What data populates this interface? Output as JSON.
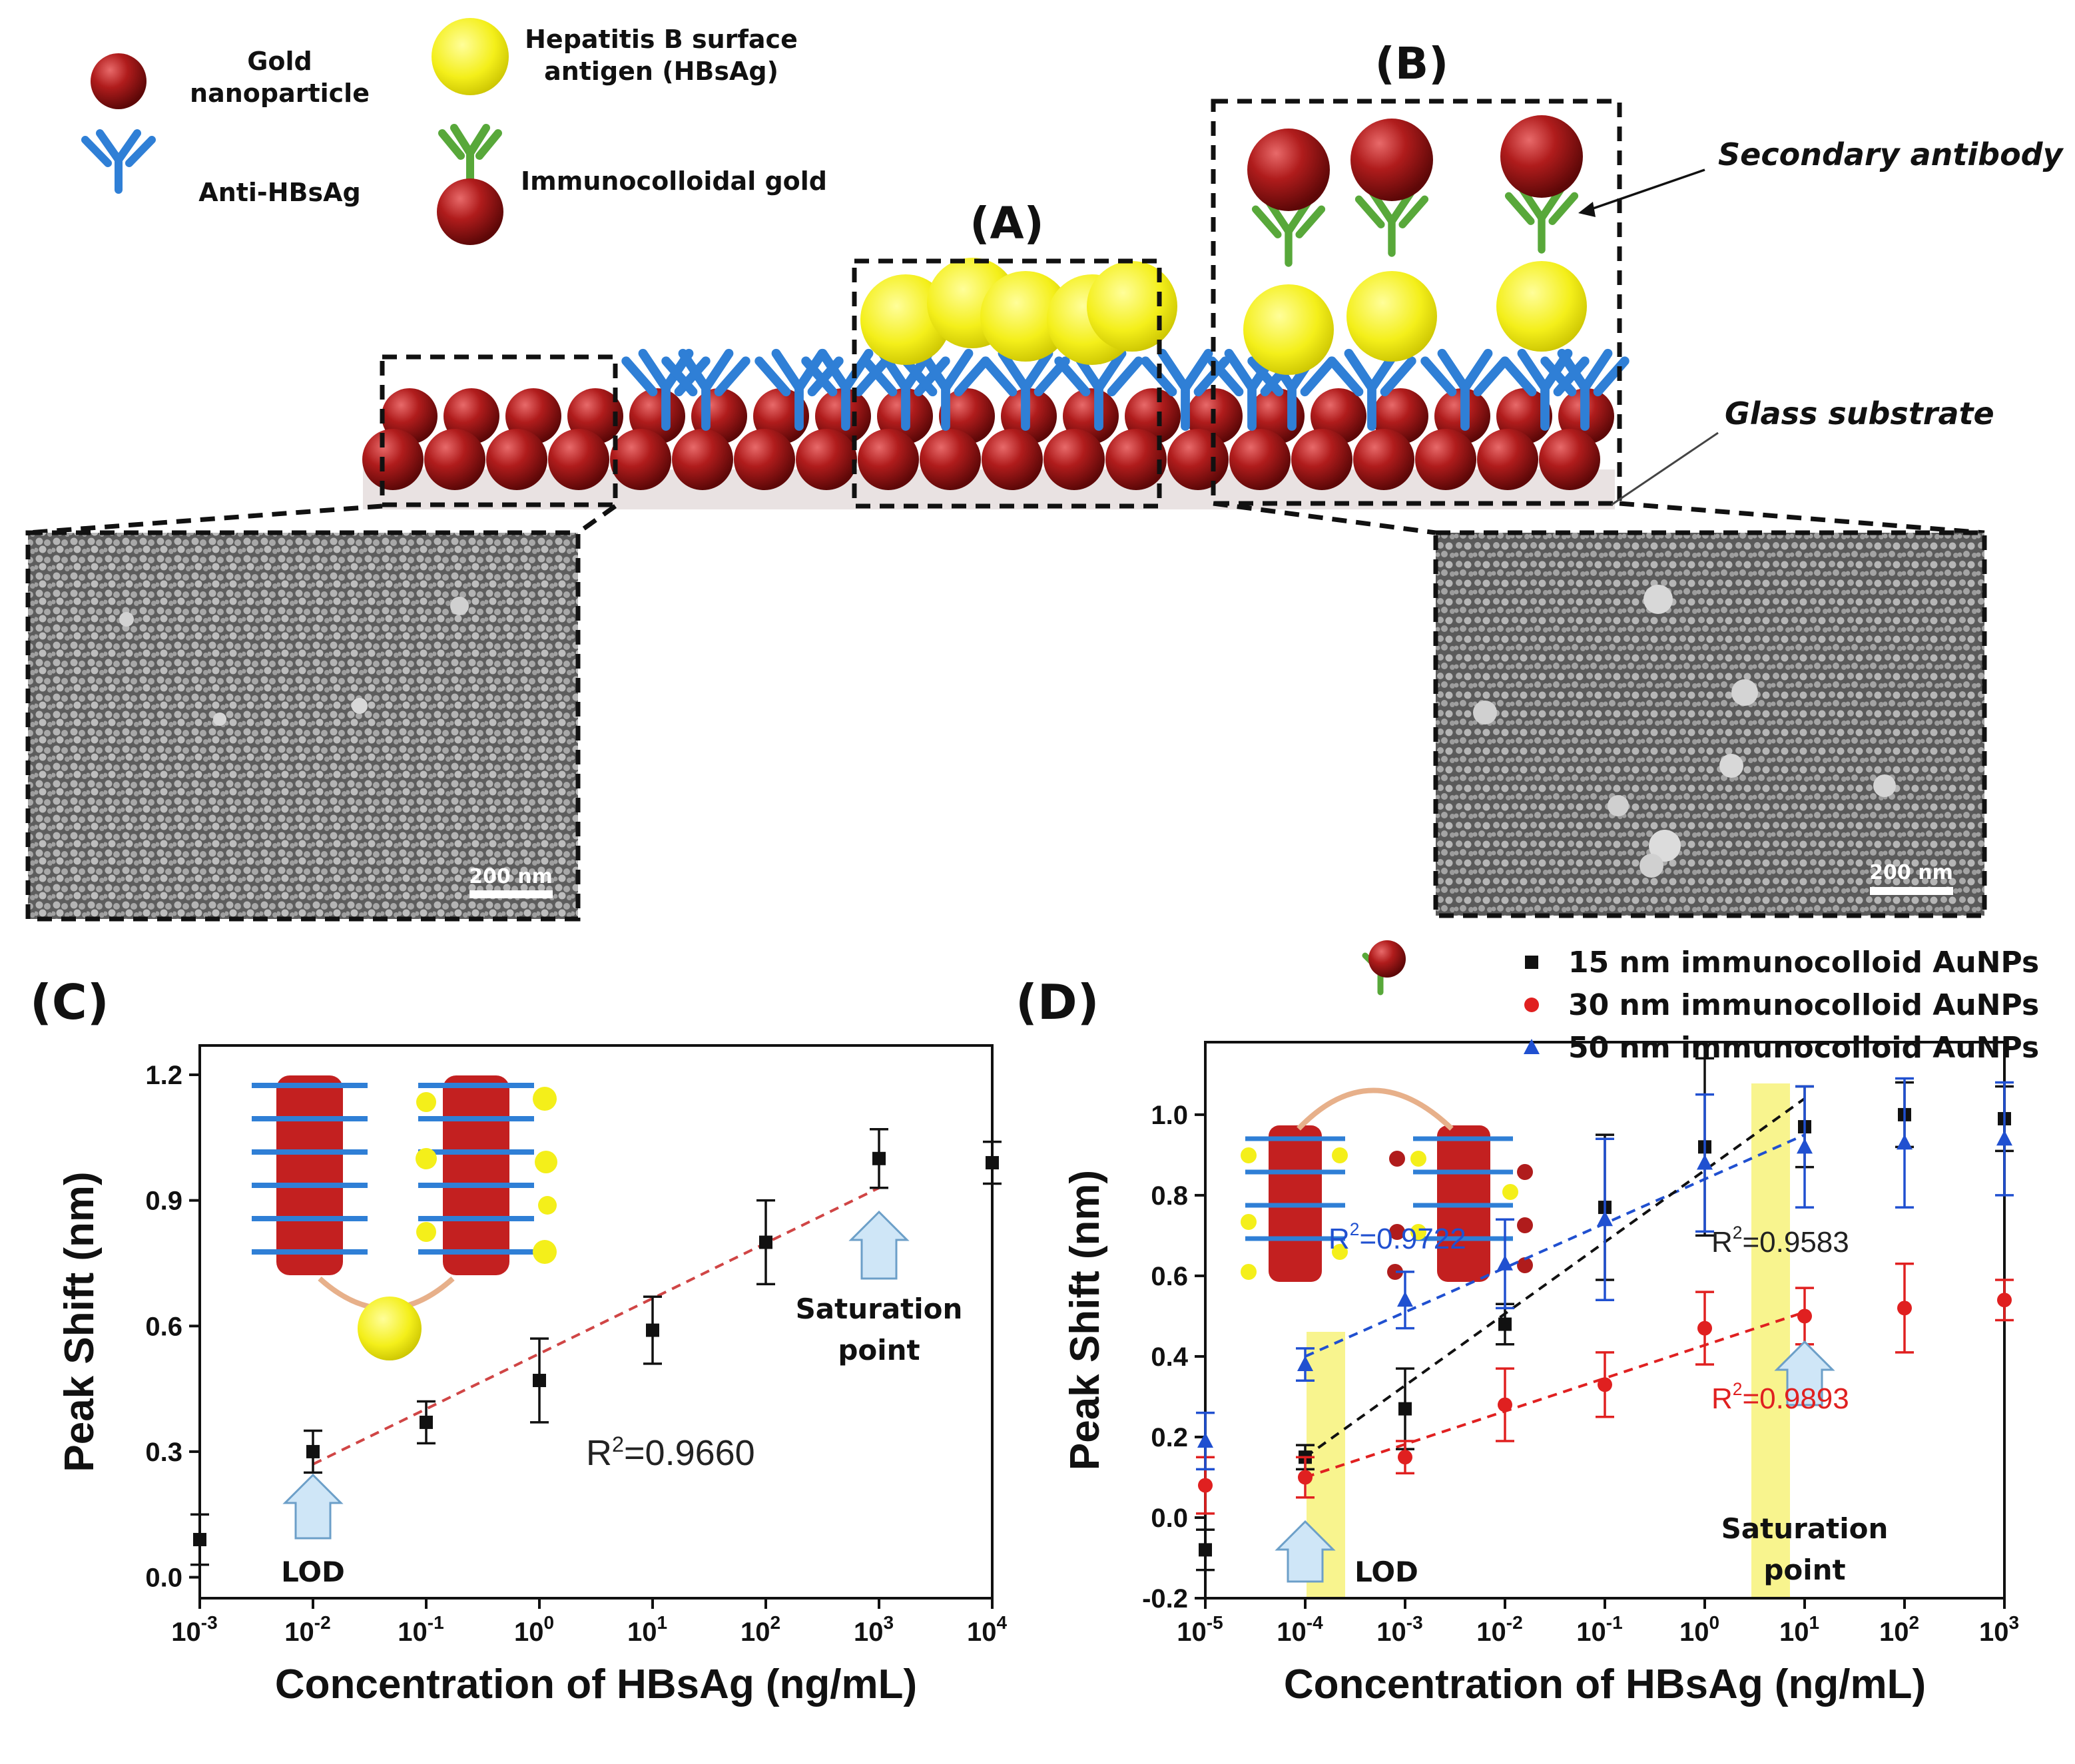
{
  "top": {
    "legend": {
      "gold_np": "Gold\nnanoparticle",
      "anti_hbsag": "Anti-HBsAg",
      "hbsag": "Hepatitis B surface\nantigen (HBsAg)",
      "immunocolloidal": "Immunocolloidal gold"
    },
    "label_a": "(A)",
    "label_b": "(B)",
    "secondary_antibody": "Secondary antibody",
    "glass_substrate": "Glass substrate",
    "sem_scale_left": "200 nm",
    "sem_scale_right": "200 nm"
  },
  "colors": {
    "gold": "#b01c1c",
    "antibody": "#2f7fd6",
    "antigen": "#f4ef1a",
    "secondary": "#58a83a",
    "series_black": "#111111",
    "series_red": "#e02020",
    "series_blue": "#2050d0",
    "highlight": "#f7f27a"
  },
  "chart_data": [
    {
      "panel": "(C)",
      "type": "scatter",
      "ylabel": "Peak Shift (nm)",
      "xlabel": "Concentration of HBsAg (ng/mL)",
      "x_scale": "log",
      "xlim_exp": [
        -3,
        4
      ],
      "ylim": [
        -0.05,
        1.27
      ],
      "yticks": [
        0.0,
        0.3,
        0.6,
        0.9,
        1.2
      ],
      "ytick_labels": [
        "0.0",
        "0.3",
        "0.6",
        "0.9",
        "1.2"
      ],
      "xtick_exps": [
        "-3",
        "-2",
        "-1",
        "0",
        "1",
        "2",
        "3",
        "4"
      ],
      "series": [
        {
          "color": "#111111",
          "marker": "square",
          "x": [
            0.001,
            0.01,
            0.1,
            1,
            10,
            100,
            1000,
            10000
          ],
          "y": [
            0.09,
            0.3,
            0.37,
            0.47,
            0.59,
            0.8,
            1.0,
            0.99
          ],
          "err": [
            0.06,
            0.05,
            0.05,
            0.1,
            0.08,
            0.1,
            0.07,
            0.05
          ]
        }
      ],
      "fit": {
        "x": [
          0.01,
          1000
        ],
        "y": [
          0.27,
          0.93
        ],
        "color": "#d04545"
      },
      "annotations": {
        "r2": "R",
        "r2_value": "=0.9660",
        "lod": "LOD",
        "saturation": "Saturation\npoint"
      },
      "title": "(C)"
    },
    {
      "panel": "(D)",
      "type": "scatter",
      "ylabel": "Peak Shift (nm)",
      "xlabel": "Concentration of HBsAg (ng/mL)",
      "x_scale": "log",
      "xlim_exp": [
        -5,
        3
      ],
      "ylim": [
        -0.2,
        1.18
      ],
      "yticks": [
        -0.2,
        0.0,
        0.2,
        0.4,
        0.6,
        0.8,
        1.0
      ],
      "ytick_labels": [
        "-0.2",
        "0.0",
        "0.2",
        "0.4",
        "0.6",
        "0.8",
        "1.0"
      ],
      "xtick_exps": [
        "-5",
        "-4",
        "-3",
        "-2",
        "-1",
        "0",
        "1",
        "2",
        "3"
      ],
      "legend": [
        {
          "label": "15 nm immunocolloid AuNPs",
          "color": "#111111",
          "marker": "square"
        },
        {
          "label": "30 nm immunocolloid AuNPs",
          "color": "#e02020",
          "marker": "circle"
        },
        {
          "label": "50 nm immunocolloid AuNPs",
          "color": "#2050d0",
          "marker": "triangle"
        }
      ],
      "series": [
        {
          "name": "15 nm immunocolloid AuNPs",
          "color": "#111111",
          "marker": "square",
          "x": [
            1e-05,
            0.0001,
            0.001,
            0.01,
            0.1,
            1,
            10,
            100,
            1000
          ],
          "y": [
            -0.08,
            0.15,
            0.27,
            0.48,
            0.77,
            0.92,
            0.97,
            1.0,
            0.99
          ],
          "err": [
            0.05,
            0.03,
            0.1,
            0.05,
            0.18,
            0.22,
            0.1,
            0.08,
            0.08
          ]
        },
        {
          "name": "30 nm immunocolloid AuNPs",
          "color": "#e02020",
          "marker": "circle",
          "x": [
            1e-05,
            0.0001,
            0.001,
            0.01,
            0.1,
            1,
            10,
            100,
            1000
          ],
          "y": [
            0.08,
            0.1,
            0.15,
            0.28,
            0.33,
            0.47,
            0.5,
            0.52,
            0.54
          ],
          "err": [
            0.07,
            0.05,
            0.04,
            0.09,
            0.08,
            0.09,
            0.07,
            0.11,
            0.05
          ]
        },
        {
          "name": "50 nm immunocolloid AuNPs",
          "color": "#2050d0",
          "marker": "triangle",
          "x": [
            1e-05,
            0.0001,
            0.001,
            0.01,
            0.1,
            1,
            10,
            100,
            1000
          ],
          "y": [
            0.19,
            0.38,
            0.54,
            0.63,
            0.74,
            0.88,
            0.92,
            0.93,
            0.94
          ],
          "err": [
            0.07,
            0.04,
            0.07,
            0.11,
            0.2,
            0.17,
            0.15,
            0.16,
            0.14
          ]
        }
      ],
      "fits": [
        {
          "color": "#2050d0",
          "x": [
            0.0001,
            10
          ],
          "y": [
            0.4,
            0.95
          ]
        },
        {
          "color": "#111111",
          "x": [
            0.0001,
            10
          ],
          "y": [
            0.15,
            1.04
          ]
        },
        {
          "color": "#e02020",
          "x": [
            0.0001,
            10
          ],
          "y": [
            0.1,
            0.51
          ]
        }
      ],
      "annotations": {
        "r2_blue": "=0.9722",
        "r2_black": "=0.9583",
        "r2_red": "=0.9893",
        "r": "R",
        "lod": "LOD",
        "saturation": "Saturation\npoint"
      },
      "title": "(D)"
    }
  ]
}
